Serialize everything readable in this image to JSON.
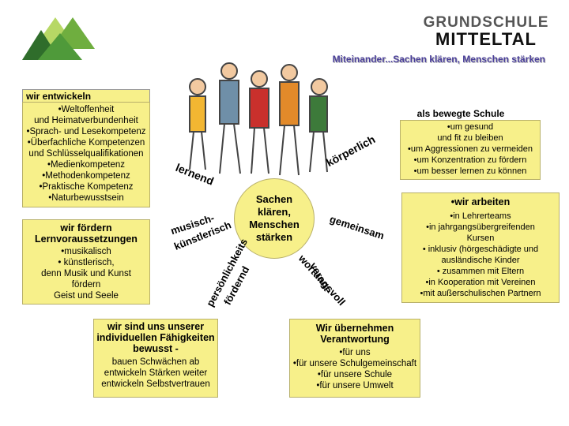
{
  "header": {
    "school_line1": "GRUNDSCHULE",
    "school_line2": "MITTELTAL",
    "motto": "Miteinander...Sachen klären, Menschen stärken"
  },
  "colors": {
    "box_fill": "#f7f08a",
    "center_fill": "#f7f08a",
    "motto_color": "#4a3f9a",
    "tri_light": "#9ac94a",
    "tri_mid": "#4f9a3a",
    "tri_dark": "#2e6b2a"
  },
  "center": {
    "text": "Sachen klären, Menschen stärken"
  },
  "top_left": {
    "title": "wir entwickeln",
    "lines": [
      "•Weltoffenheit",
      "und Heimatverbundenheit",
      "•Sprach- und Lesekompetenz",
      "•Überfachliche Kompetenzen",
      "und Schlüsselqualifikationen",
      "•Medienkompetenz",
      "•Methodenkompetenz",
      "•Praktische Kompetenz",
      "•Naturbewusstsein"
    ]
  },
  "mid_left": {
    "title1": "wir fördern",
    "title2": "Lernvoraussetzungen",
    "lines": [
      "•musikalisch",
      "• künstlerisch,",
      "denn Musik und Kunst",
      "fördern",
      "Geist und Seele"
    ]
  },
  "top_right": {
    "title": "als bewegte Schule",
    "lines": [
      "•um gesund",
      "und fit zu bleiben",
      "•um Aggressionen zu vermeiden",
      "•um Konzentration zu fördern",
      "•um besser lernen zu können"
    ]
  },
  "mid_right": {
    "title": "•wir arbeiten",
    "lines": [
      "•in Lehrerteams",
      "•in jahrgangsübergreifenden",
      "Kursen",
      "•  inklusiv (hörgeschädigte und",
      "ausländische Kinder",
      "• zusammen mit Eltern",
      "•in Kooperation mit Vereinen",
      "•mit außerschulischen Partnern"
    ]
  },
  "bottom_left": {
    "title_lines": [
      "wir sind uns unserer",
      "individuellen Fähigkeiten",
      "bewusst -"
    ],
    "lines": [
      "bauen Schwächen ab",
      "entwickeln Stärken weiter",
      "entwickeln Selbstvertrauen"
    ]
  },
  "bottom_right": {
    "title_lines": [
      "Wir übernehmen",
      "Verantwortung"
    ],
    "lines": [
      "•für uns",
      "•für unsere Schulgemeinschaft",
      "•für unsere Schule",
      "•für unsere Umwelt"
    ]
  },
  "curved": {
    "lernend": "lernend",
    "koerperlich": "körperlich",
    "musisch": "musisch-",
    "kuenstlerisch": "künstlerisch",
    "gemeinsam": "gemeinsam",
    "persoenlichkeits": "persönlichkeits",
    "foerdernd": "fördernd",
    "verant": "verant-",
    "wortungsvoll": "wortungsvoll"
  }
}
